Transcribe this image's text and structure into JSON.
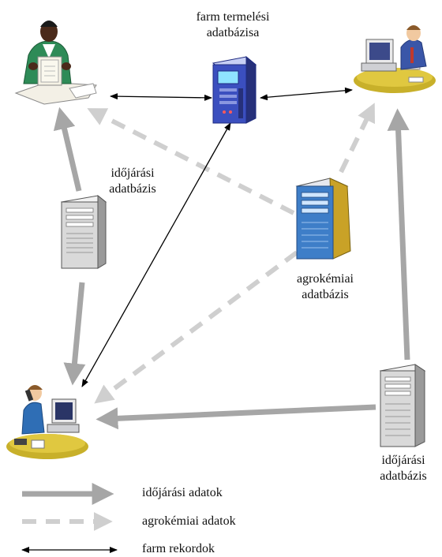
{
  "nodes": {
    "farm_db": {
      "line1": "farm termelési",
      "line2": "adatbázisa"
    },
    "weather_db_left": {
      "line1": "időjárási",
      "line2": "adatbázis"
    },
    "agro_db": {
      "line1": "agrokémiai",
      "line2": "adatbázis"
    },
    "weather_db_right": {
      "line1": "időjárási",
      "line2": "adatbázis"
    }
  },
  "legend": {
    "weather": "időjárási adatok",
    "agrochem": "agrokémiai adatok",
    "farm": "farm rekordok"
  },
  "colors": {
    "weather_arrow": "#a6a6a6",
    "agrochem_arrow": "#cfcfcf",
    "farm_arrow": "#000000",
    "person_green": "#2e8b57",
    "server_blue": "#3b4fbf",
    "server_gray": "#d9d9d9",
    "desk_yellow": "#c8b02a"
  },
  "icons": {
    "top_left": "office-person-icon",
    "top_right": "person-at-computer-icon",
    "bottom_left": "person-on-phone-icon",
    "farm_server": "blue-server-icon",
    "weather_server": "gray-server-icon",
    "agro_server": "blue-yellow-server-icon"
  }
}
